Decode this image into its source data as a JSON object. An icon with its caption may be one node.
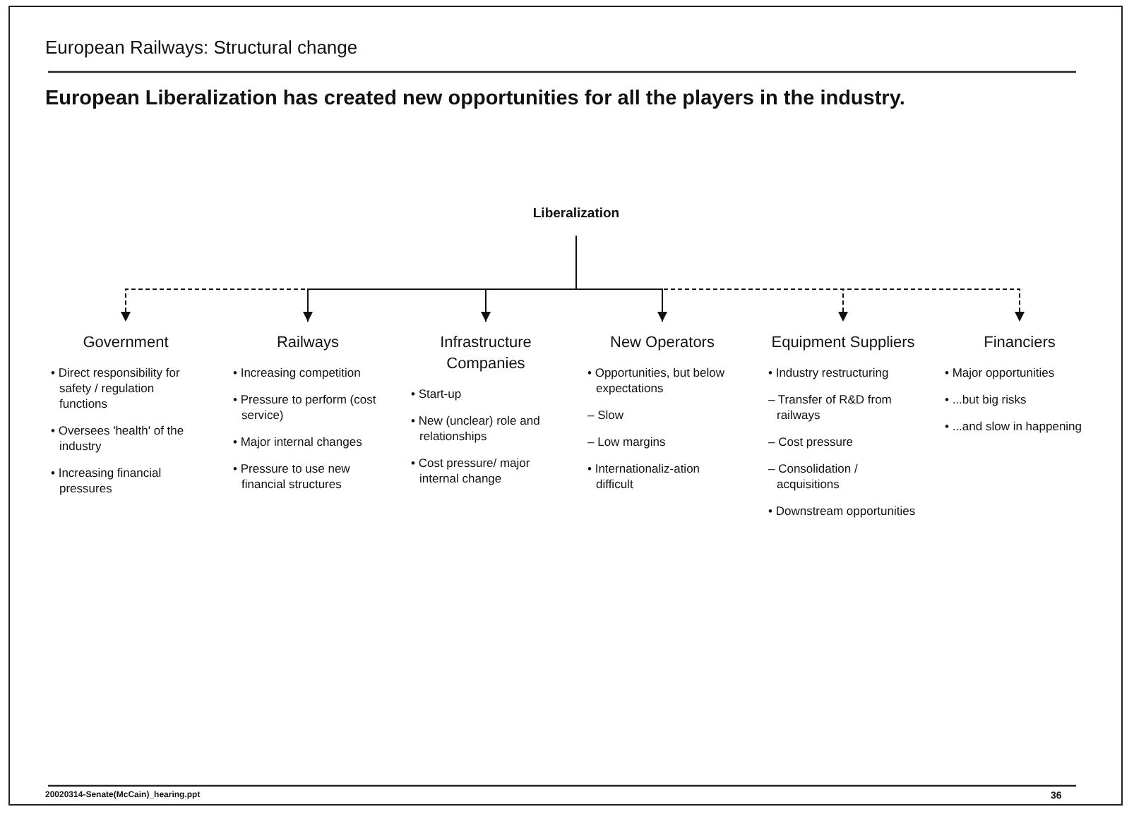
{
  "diagram": {
    "title": "European Railways: Structural change",
    "nodes": [
      {
        "text": [
          "Liberalization"
        ]
      },
      {
        "text": [
          "Government",
          "• Direct responsibility for safety / regulation functions",
          "• Oversees 'health' of the industry",
          "• Increasing financial pressures"
        ]
      },
      {
        "text": [
          "Railways",
          "• Increasing competition",
          "• Pressure to perform (cost service)",
          "• Major internal changes",
          "• Pressure to use new financial structures"
        ]
      },
      {
        "text": [
          "Infrastructure Companies",
          "• Start-up",
          "• New (unclear) role and relationships",
          "• Cost pressure/ major internal change"
        ]
      },
      {
        "text": [
          "New Operators",
          "• Opportunities, but below expectations",
          "– Slow",
          "– Low margins",
          "• Internationaliz-ation difficult"
        ]
      },
      {
        "text": [
          "Equipment Suppliers",
          "• Industry restructuring",
          "– Transfer of R&D from railways",
          "– Cost pressure",
          "– Consolidation / acquisitions",
          "• Downstream opportunities"
        ]
      },
      {
        "text": [
          "Financiers",
          "• Major opportunities",
          "• ...but big risks",
          "• ...and slow in happening"
        ]
      }
    ],
    "edges": [
      {
        "from": 0,
        "to": 1,
        "arrow": "to",
        "style": "dashed"
      },
      {
        "from": 0,
        "to": 2,
        "arrow": "to"
      },
      {
        "from": 0,
        "to": 3,
        "arrow": "to"
      },
      {
        "from": 0,
        "to": 4,
        "arrow": "to"
      },
      {
        "from": 0,
        "to": 5,
        "arrow": "to",
        "style": "dashed"
      },
      {
        "from": 0,
        "to": 6,
        "arrow": "to",
        "style": "dashed"
      }
    ],
    "labels": [
      "European Liberalization has created new opportunities for all the players in the industry.",
      "20020314-Senate(McCain)_hearing.ppt",
      "36"
    ]
  }
}
